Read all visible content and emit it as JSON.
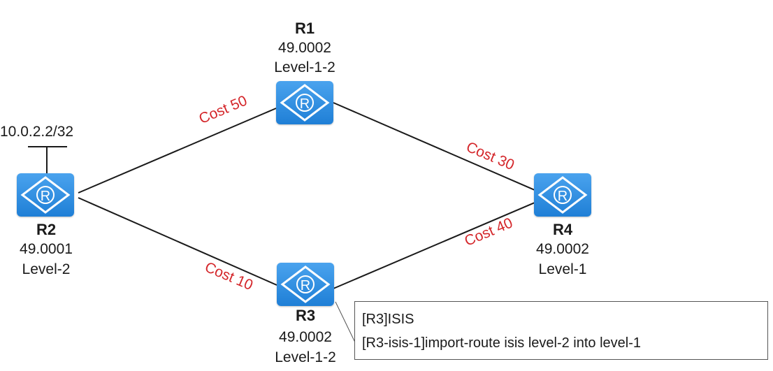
{
  "routers": {
    "r1": {
      "name": "R1",
      "area": "49.0002",
      "level": "Level-1-2"
    },
    "r2": {
      "name": "R2",
      "area": "49.0001",
      "level": "Level-2"
    },
    "r3": {
      "name": "R3",
      "area": "49.0002",
      "level": "Level-1-2"
    },
    "r4": {
      "name": "R4",
      "area": "49.0002",
      "level": "Level-1"
    }
  },
  "loopback": "10.0.2.2/32",
  "links": {
    "r2_r1": "Cost 50",
    "r1_r4": "Cost 30",
    "r2_r3": "Cost 10",
    "r3_r4": "Cost 40"
  },
  "callout": {
    "line1": "[R3]ISIS",
    "line2": "[R3-isis-1]import-route isis level-2 into level-1"
  },
  "colors": {
    "router": "#2a8ae0",
    "cost_label": "#d4262a",
    "link": "#1a1a1a"
  }
}
